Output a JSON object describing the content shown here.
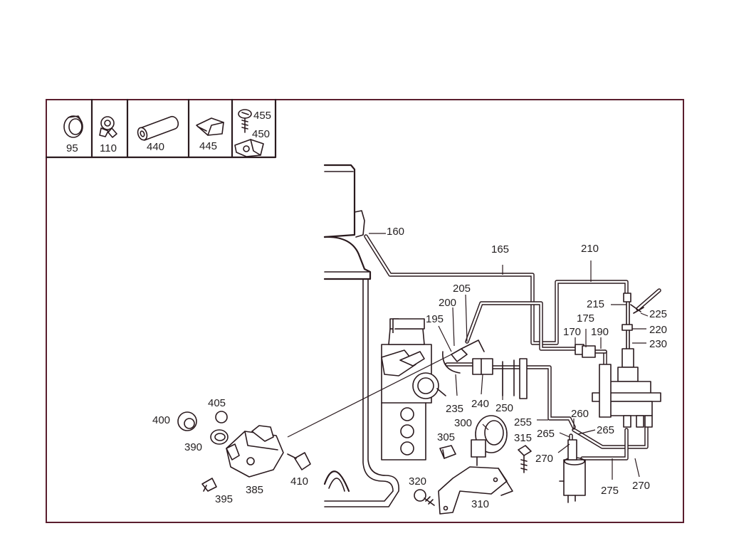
{
  "legend": [
    {
      "id": "95",
      "label": "95"
    },
    {
      "id": "110",
      "label": "110"
    },
    {
      "id": "440",
      "label": "440"
    },
    {
      "id": "445",
      "label": "445"
    },
    {
      "id": "455",
      "label": "455"
    },
    {
      "id": "450",
      "label": "450"
    }
  ],
  "callouts": {
    "c160": "160",
    "c165": "165",
    "c170": "170",
    "c175": "175",
    "c190": "190",
    "c195": "195",
    "c200": "200",
    "c205": "205",
    "c210": "210",
    "c215": "215",
    "c220": "220",
    "c225": "225",
    "c230": "230",
    "c235": "235",
    "c240": "240",
    "c250": "250",
    "c255": "255",
    "c260": "260",
    "c265a": "265",
    "c265b": "265",
    "c270a": "270",
    "c270b": "270",
    "c275": "275",
    "c300": "300",
    "c305": "305",
    "c310": "310",
    "c315": "315",
    "c320": "320",
    "c385": "385",
    "c390": "390",
    "c395": "395",
    "c400": "400",
    "c405": "405",
    "c410": "410"
  },
  "colors": {
    "frame": "#5a1e2e",
    "ink": "#2a1a1e",
    "paper": "#ffffff"
  }
}
